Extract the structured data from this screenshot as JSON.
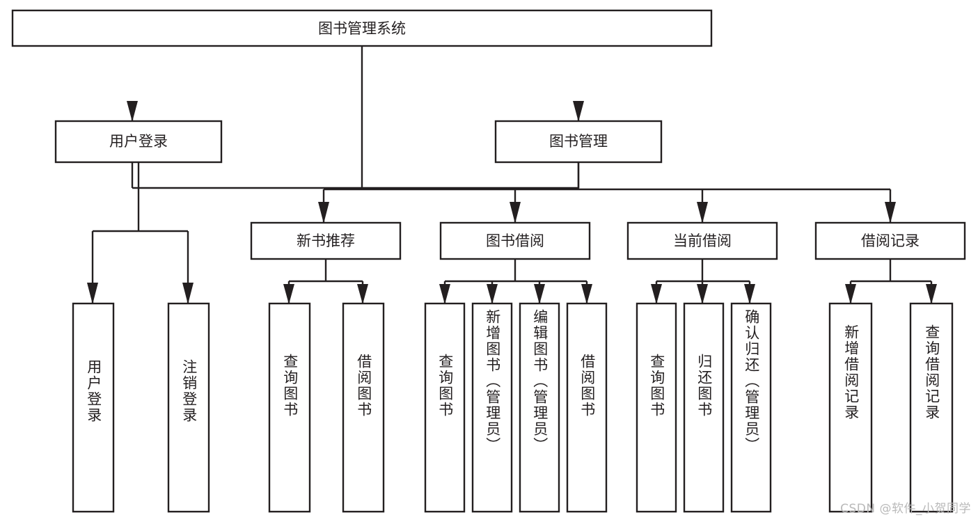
{
  "diagram": {
    "type": "tree",
    "title": "图书管理系统",
    "orientation": "top-down",
    "colors": {
      "stroke": "#231f20",
      "node_fill": "#ffffff",
      "background": "#ffffff",
      "watermark": "#b9b9b9"
    },
    "root": {
      "id": "root",
      "label": "图书管理系统",
      "text_direction": "horizontal"
    },
    "level2": [
      {
        "id": "user-login",
        "label": "用户登录",
        "text_direction": "horizontal"
      },
      {
        "id": "book-manage",
        "label": "图书管理",
        "text_direction": "horizontal"
      }
    ],
    "level3": [
      {
        "id": "new-book-recommend",
        "label": "新书推荐",
        "text_direction": "horizontal",
        "parent": "book-manage"
      },
      {
        "id": "book-borrow",
        "label": "图书借阅",
        "text_direction": "horizontal",
        "parent": "book-manage"
      },
      {
        "id": "current-borrow",
        "label": "当前借阅",
        "text_direction": "horizontal",
        "parent": "book-manage"
      },
      {
        "id": "borrow-record",
        "label": "借阅记录",
        "text_direction": "horizontal",
        "parent": "book-manage"
      }
    ],
    "leaves": [
      {
        "id": "leaf-user-login",
        "label": "用户登录",
        "parent": "user-login",
        "text_direction": "vertical"
      },
      {
        "id": "leaf-user-logout",
        "label": "注销登录",
        "parent": "user-login",
        "text_direction": "vertical"
      },
      {
        "id": "leaf-query-book-1",
        "label": "查询图书",
        "parent": "new-book-recommend",
        "text_direction": "vertical"
      },
      {
        "id": "leaf-borrow-book-1",
        "label": "借阅图书",
        "parent": "new-book-recommend",
        "text_direction": "vertical"
      },
      {
        "id": "leaf-query-book-2",
        "label": "查询图书",
        "parent": "book-borrow",
        "text_direction": "vertical"
      },
      {
        "id": "leaf-add-book",
        "label": "新增图书（管理员）",
        "parent": "book-borrow",
        "text_direction": "vertical"
      },
      {
        "id": "leaf-edit-book",
        "label": "编辑图书（管理员）",
        "parent": "book-borrow",
        "text_direction": "vertical"
      },
      {
        "id": "leaf-borrow-book-2",
        "label": "借阅图书",
        "parent": "book-borrow",
        "text_direction": "vertical"
      },
      {
        "id": "leaf-query-book-3",
        "label": "查询图书",
        "parent": "current-borrow",
        "text_direction": "vertical"
      },
      {
        "id": "leaf-return-book",
        "label": "归还图书",
        "parent": "current-borrow",
        "text_direction": "vertical"
      },
      {
        "id": "leaf-confirm-return",
        "label": "确认归还（管理员）",
        "parent": "current-borrow",
        "text_direction": "vertical"
      },
      {
        "id": "leaf-add-record",
        "label": "新增借阅记录",
        "parent": "borrow-record",
        "text_direction": "vertical"
      },
      {
        "id": "leaf-query-record",
        "label": "查询借阅记录",
        "parent": "borrow-record",
        "text_direction": "vertical"
      }
    ],
    "watermark": "CSDN @软件_小贺同学"
  }
}
